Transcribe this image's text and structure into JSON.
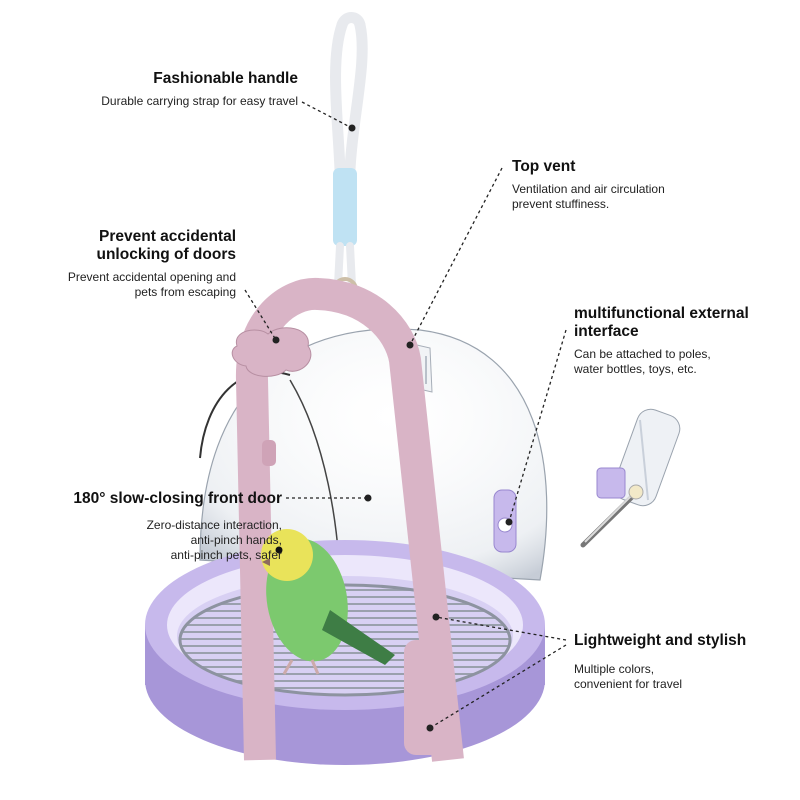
{
  "colors": {
    "cage_base": "#c7b9ec",
    "cage_base_dark": "#a796d8",
    "handle_pink": "#d9b4c6",
    "grate": "#9aa0ad",
    "dome": "#e6eaf0",
    "strap_blue": "#bfe2f3",
    "bird_green": "#7cc96e",
    "bird_yellow": "#e9e35a"
  },
  "callouts": [
    {
      "id": "handle",
      "title": "Fashionable handle",
      "desc": "Durable carrying strap for easy travel"
    },
    {
      "id": "vent",
      "title": "Top vent",
      "desc": "Ventilation and air circulation\nprevent stuffiness."
    },
    {
      "id": "lock",
      "title": "Prevent accidental\nunlocking of doors",
      "desc": "Prevent accidental opening and\npets from escaping"
    },
    {
      "id": "interface",
      "title": "multifunctional external\n interface",
      "desc": "Can be attached to poles,\nwater bottles, toys, etc."
    },
    {
      "id": "door",
      "title": "180° slow-closing front door",
      "desc": "Zero-distance interaction,\nanti-pinch hands,\nanti-pinch pets, safer"
    },
    {
      "id": "light",
      "title": "Lightweight and stylish",
      "desc": "Multiple colors,\nconvenient for travel"
    }
  ]
}
